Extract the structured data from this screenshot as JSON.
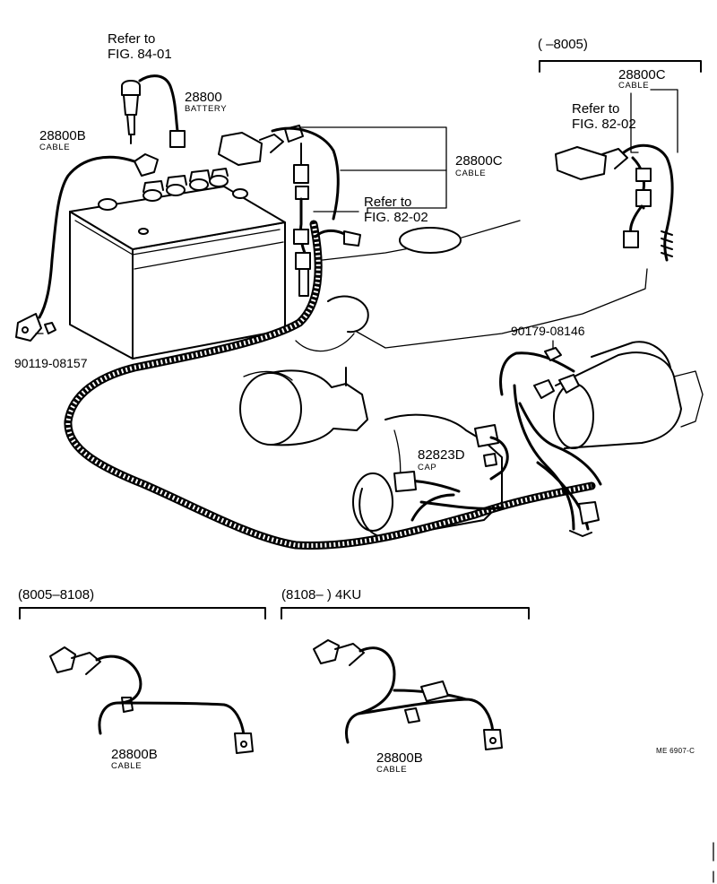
{
  "labels": {
    "refer_to": "Refer to",
    "fig_84_01": "FIG. 84-01",
    "fig_82_02": "FIG. 82-02",
    "part_28800": "28800",
    "battery": "BATTERY",
    "part_28800B": "28800B",
    "part_28800C": "28800C",
    "cable": "CABLE",
    "part_90119_08157": "90119-08157",
    "part_90179_08146": "90179-08146",
    "part_82823D": "82823D",
    "cap": "CAP",
    "variant_upto_8005": "(        –8005)",
    "variant_8005_8108": "(8005–8108)",
    "variant_8108_4ku": "(8108–        ) 4KU",
    "drawing_code": "ME 6907-C"
  }
}
